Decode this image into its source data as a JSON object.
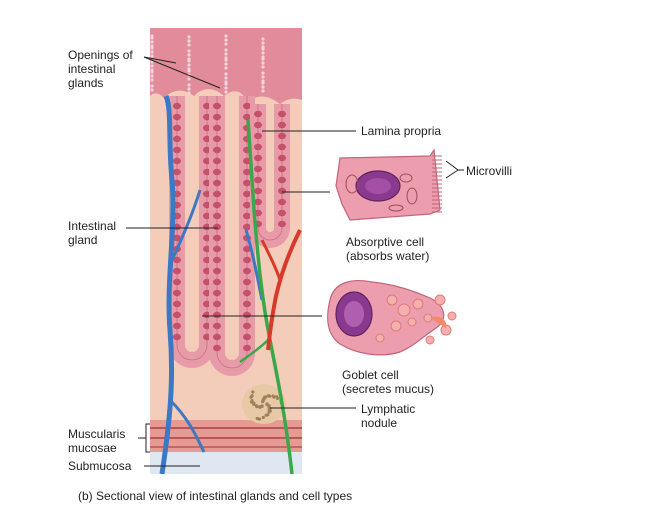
{
  "labels": {
    "openings": [
      "Openings of",
      "intestinal",
      "glands"
    ],
    "lamina_propria": "Lamina propria",
    "microvilli": "Microvilli",
    "intestinal_gland": [
      "Intestinal",
      "gland"
    ],
    "absorptive_cell": [
      "Absorptive cell",
      "(absorbs water)"
    ],
    "goblet_cell": [
      "Goblet cell",
      "(secretes mucus)"
    ],
    "lymphatic_nodule": [
      "Lymphatic",
      "nodule"
    ],
    "muscularis_mucosae": [
      "Muscularis",
      "mucosae"
    ],
    "submucosa": "Submucosa"
  },
  "caption": "(b) Sectional view of intestinal glands and cell types",
  "colors": {
    "tissue_base": "#f2c9b4",
    "epithelium": "#e79aa8",
    "nucleus": "#c4506a",
    "vein": "#3d78c4",
    "artery": "#d83a2a",
    "lymph": "#3aa84a",
    "surface": "#e58a98",
    "submucosa": "#dde6f0"
  }
}
